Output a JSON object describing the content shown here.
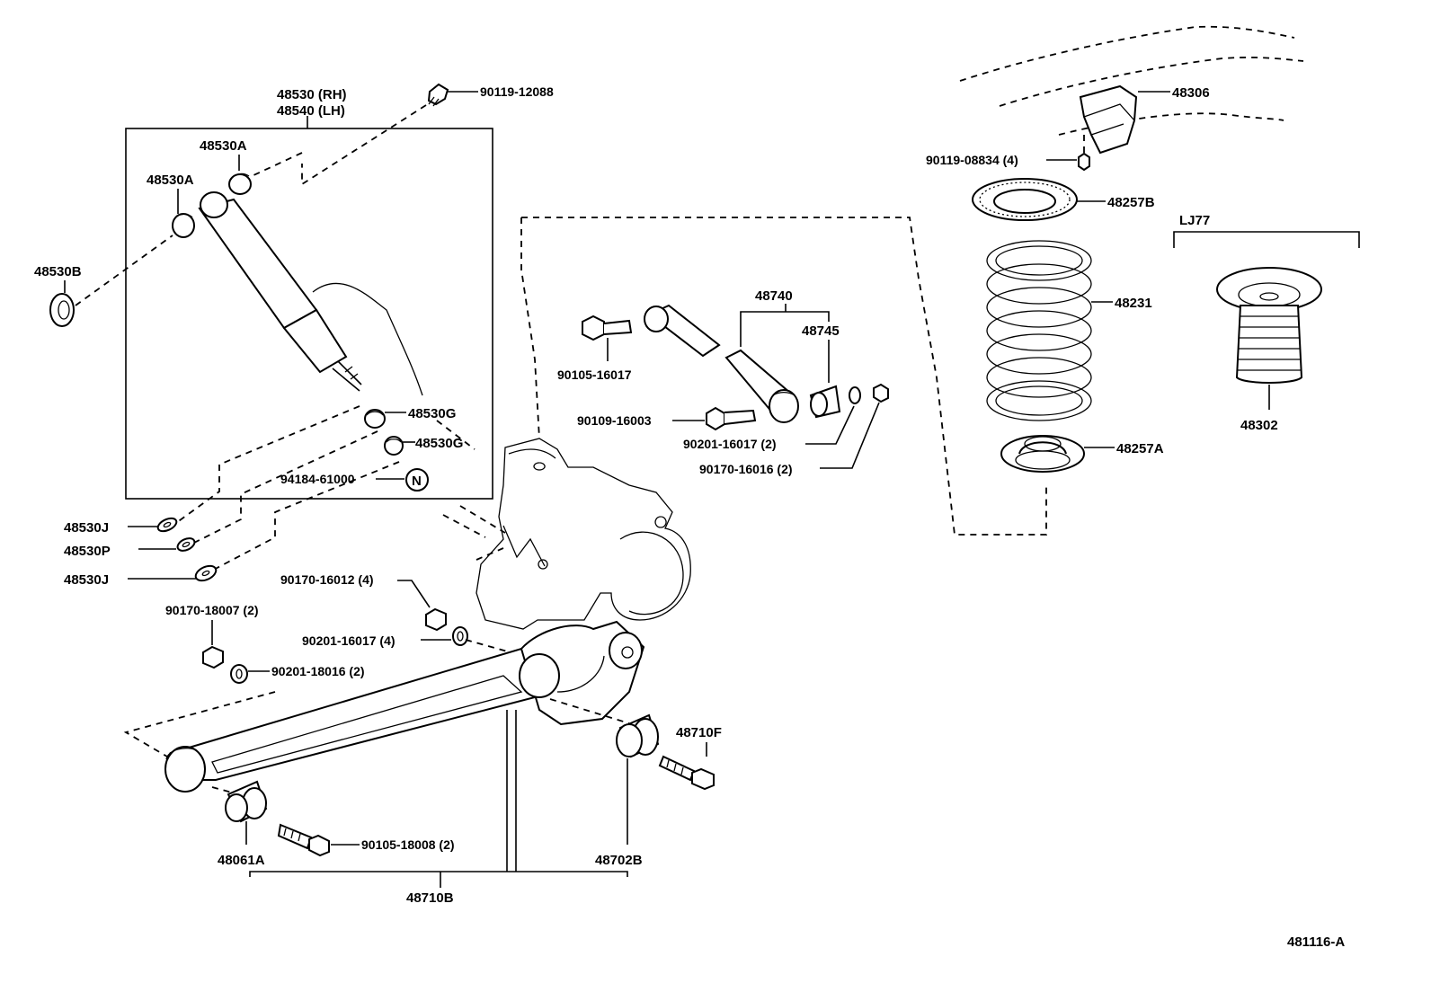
{
  "diagram_code": "481116-A",
  "groups": {
    "shock_box_rh": "48530 (RH)",
    "shock_box_lh": "48540 (LH)",
    "variant": "LJ77",
    "control_rod": "48740",
    "lower_arm": "48710B"
  },
  "labels": {
    "p90119_12088": "90119-12088",
    "p48530A_top": "48530A",
    "p48530A_left": "48530A",
    "p48530B": "48530B",
    "p48530G_a": "48530G",
    "p48530G_b": "48530G",
    "p94184_61000": "94184-61000",
    "marker_n": "N",
    "p48530J_a": "48530J",
    "p48530P": "48530P",
    "p48530J_b": "48530J",
    "p90105_16017": "90105-16017",
    "p48745": "48745",
    "p90109_16003": "90109-16003",
    "p90201_16017_2": "90201-16017 (2)",
    "p90170_16016_2": "90170-16016 (2)",
    "p48306": "48306",
    "p90119_08834_4": "90119-08834 (4)",
    "p48257B": "48257B",
    "p48231": "48231",
    "p48257A": "48257A",
    "p48302": "48302",
    "p90170_16012_4": "90170-16012 (4)",
    "p90170_18007_2": "90170-18007 (2)",
    "p90201_16017_4": "90201-16017 (4)",
    "p90201_18016_2": "90201-18016 (2)",
    "p48710F": "48710F",
    "p90105_18008_2": "90105-18008 (2)",
    "p48061A": "48061A",
    "p48702B": "48702B"
  }
}
